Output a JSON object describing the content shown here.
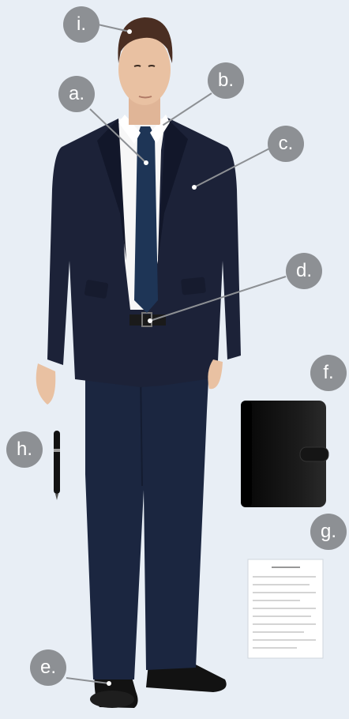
{
  "colors": {
    "background": "#e8eef5",
    "badge": "#8d9094",
    "badge_text": "#ffffff",
    "suit": "#1c2238",
    "suit_shadow": "#12172a",
    "pants": "#1b2640",
    "tie": "#1e3556",
    "shirt": "#f7f7f7",
    "skin": "#e9c1a2",
    "hair": "#4a2e22",
    "shoe": "#141414",
    "portfolio": "#0d0d0d"
  },
  "labels": {
    "a": "a.",
    "b": "b.",
    "c": "c.",
    "d": "d.",
    "e": "e.",
    "f": "f.",
    "g": "g.",
    "h": "h.",
    "i": "i."
  }
}
